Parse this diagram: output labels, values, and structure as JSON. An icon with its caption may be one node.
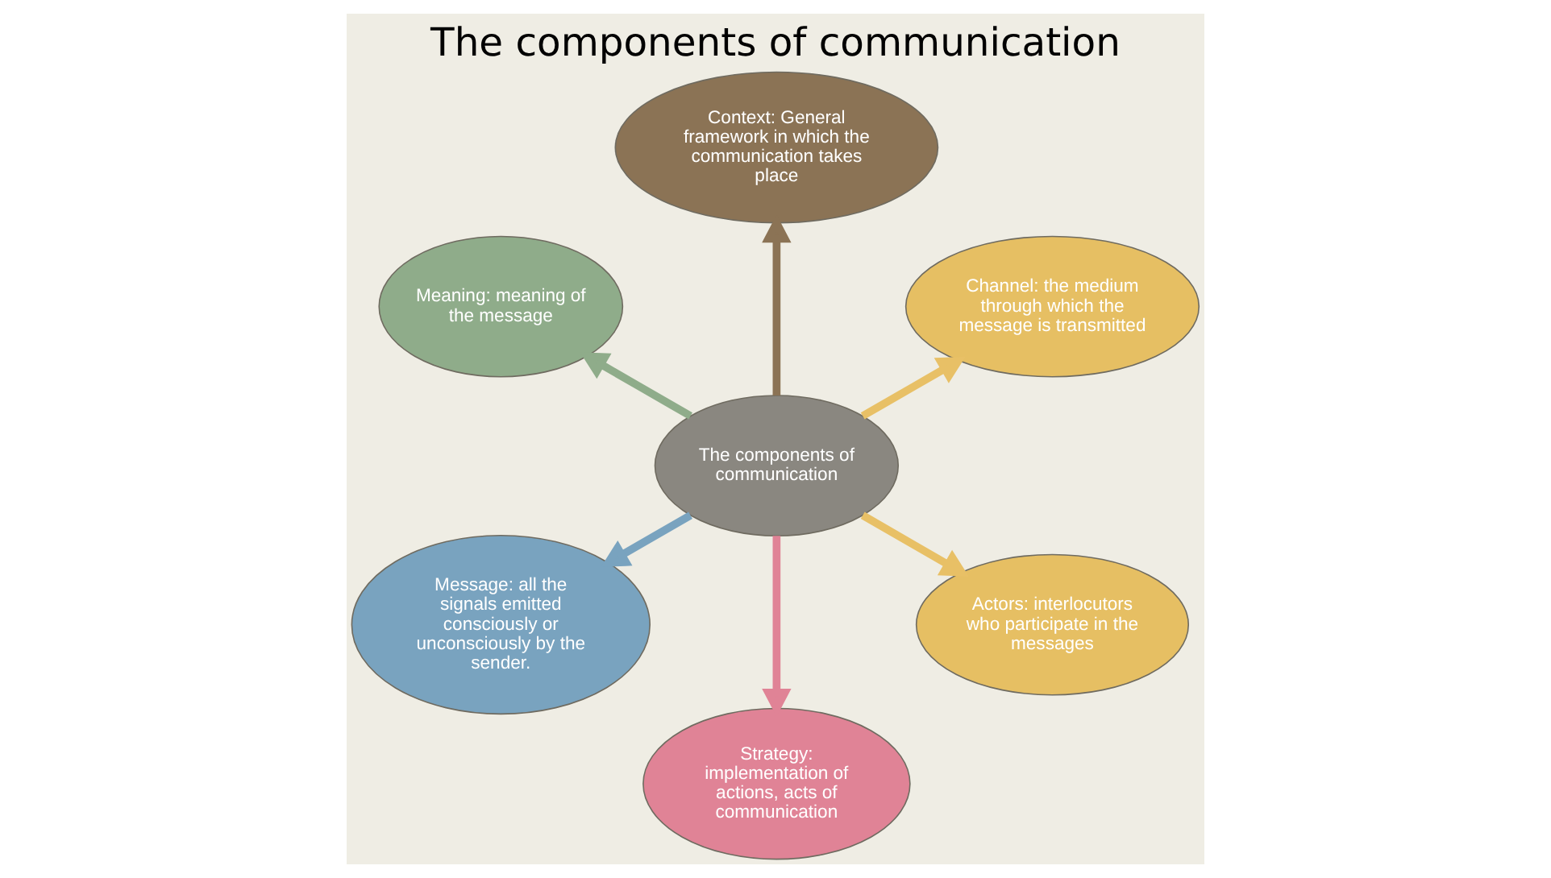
{
  "diagram": {
    "title": "The components of communication",
    "nodes": [
      {
        "text": [
          "The components of communication"
        ]
      },
      {
        "text": [
          "Channel: the medium through which the message is transmitted"
        ]
      },
      {
        "text": [
          "Context: General framework in which the communication takes place"
        ]
      },
      {
        "text": [
          "Meaning: meaning of the message"
        ]
      },
      {
        "text": [
          "Message: all the signals emitted consciously or unconsciously by the sender."
        ]
      },
      {
        "text": [
          "Strategy: implementation of actions, acts of communication"
        ]
      },
      {
        "text": [
          "Actors: interlocutors who participate in the messages"
        ]
      }
    ],
    "edges": [
      {
        "from": 0,
        "to": 1,
        "arrow": "to",
        "color": "#e8c066"
      },
      {
        "from": 0,
        "to": 2,
        "arrow": "to",
        "color": "#8b7355"
      },
      {
        "from": 0,
        "to": 3,
        "arrow": "to",
        "color": "#8fac8a"
      },
      {
        "from": 0,
        "to": 4,
        "arrow": "to",
        "color": "#79a3bf"
      },
      {
        "from": 0,
        "to": 5,
        "arrow": "to",
        "color": "#e08396"
      },
      {
        "from": 0,
        "to": 6,
        "arrow": "to",
        "color": "#e8c066"
      }
    ]
  }
}
